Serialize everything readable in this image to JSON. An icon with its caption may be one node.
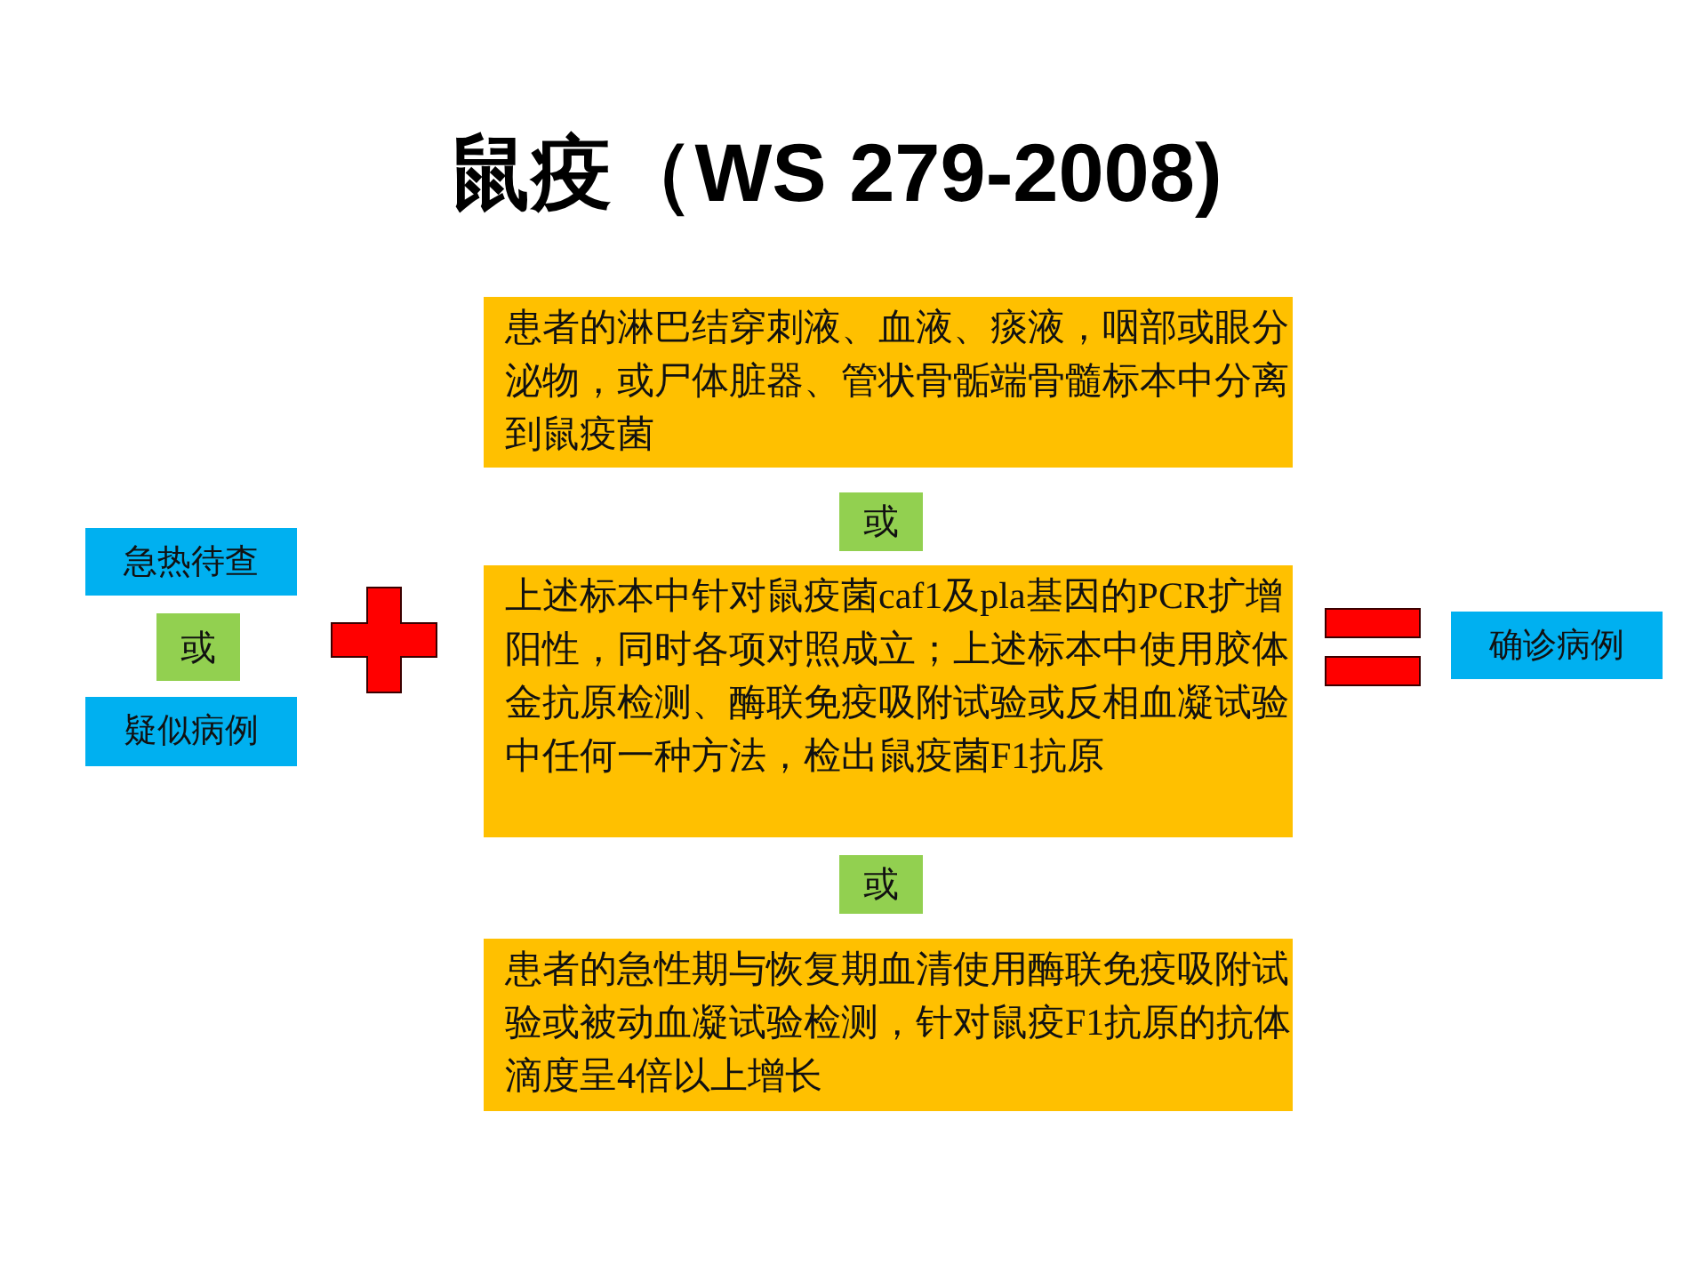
{
  "diagram": {
    "title": "鼠疫（WS 279-2008)",
    "nodes": [
      {
        "text": [
          "急热待查"
        ]
      },
      {
        "text": [
          "或"
        ]
      },
      {
        "text": [
          "疑似病例"
        ]
      },
      {
        "text": [
          "患者的淋巴结穿刺液、血液、痰液，咽部或眼分泌物，或尸体脏器、管状骨骺端骨髓标本中分离到鼠疫菌"
        ]
      },
      {
        "text": [
          "或"
        ]
      },
      {
        "text": [
          "上述标本中针对鼠疫菌caf1及pla基因的PCR扩增阳性，同时各项对照成立；上述标本中使用胶体金抗原检测、酶联免疫吸附试验或反相血凝试验中任何一种方法，检出鼠疫菌F1抗原"
        ]
      },
      {
        "text": [
          "或"
        ]
      },
      {
        "text": [
          "患者的急性期与恢复期血清使用酶联免疫吸附试验或被动血凝试验检测，针对鼠疫F1抗原的抗体滴度呈4倍以上增长"
        ]
      },
      {
        "text": [
          "确诊病例"
        ]
      }
    ]
  }
}
